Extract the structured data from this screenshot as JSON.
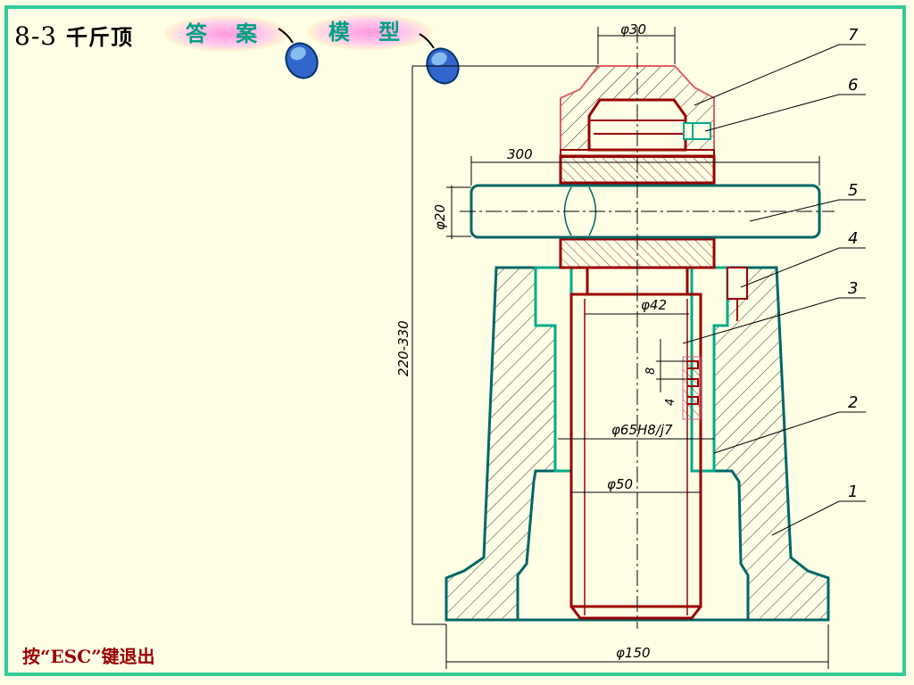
{
  "title": {
    "number": "8-3",
    "name": "千斤顶"
  },
  "buttons": {
    "answer": "答 案",
    "model": "模 型"
  },
  "footer": {
    "esc_hint": "按“ESC”键退出"
  },
  "dimensions": {
    "top_dia": "φ30",
    "handle_len": "300",
    "handle_dia": "φ20",
    "height": "220-330",
    "screw_dia": "φ42",
    "thread_pitch": "8",
    "thread_depth": "4",
    "fit": "φ65H8/j7",
    "inner_dia": "φ50",
    "base_dia": "φ150"
  },
  "part_labels": [
    "1",
    "2",
    "3",
    "4",
    "5",
    "6",
    "7"
  ],
  "colors": {
    "border": "#33cc99",
    "body": "#006666",
    "screw": "#990000",
    "cap": "#e06060",
    "dim": "#000000"
  }
}
